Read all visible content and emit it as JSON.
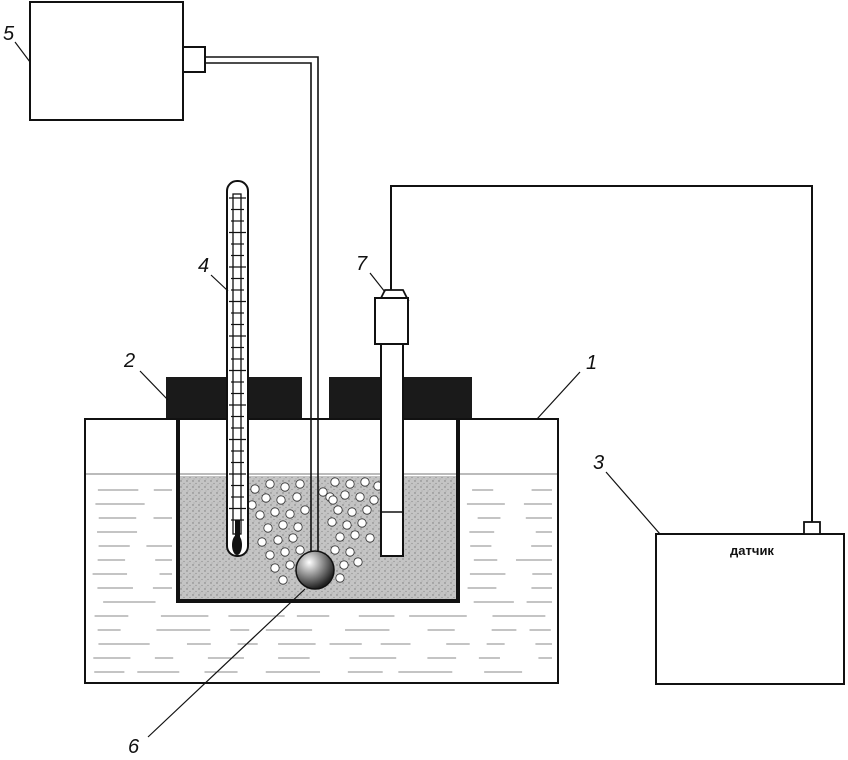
{
  "labels": {
    "bath": "1",
    "lid": "2",
    "meter": "3",
    "thermometer": "4",
    "gas_source": "5",
    "gas_bubble": "6",
    "electrode": "7"
  },
  "meter": {
    "sensor_label": "датчик"
  },
  "colors": {
    "stroke": "#111111",
    "lid": "#1a1a1a",
    "solution": "#b8b8b8",
    "water_line": "#9a9a9a",
    "bubble": "#ffffff"
  },
  "icons": {
    "bubble": "gas-bubble-icon",
    "sphere": "gas-sphere-icon"
  }
}
